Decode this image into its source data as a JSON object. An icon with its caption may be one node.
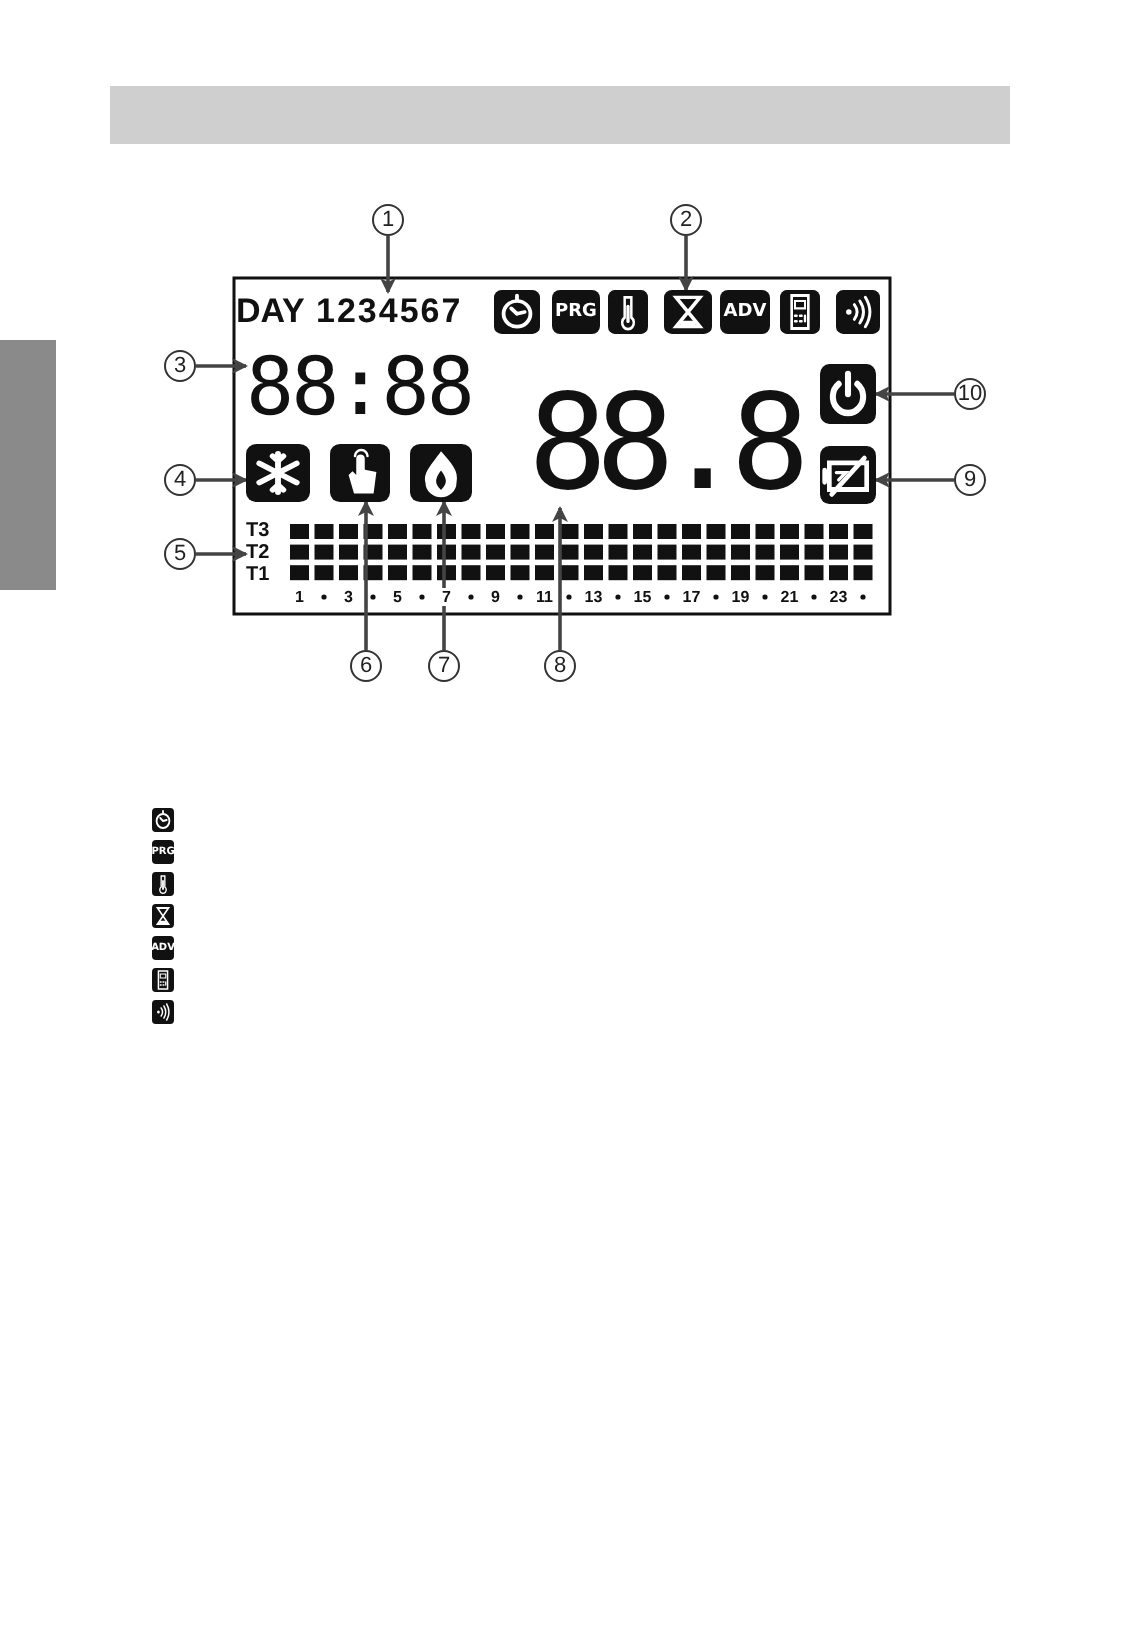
{
  "diagram": {
    "nodes": [
      {
        "text": [
          "1"
        ]
      },
      {
        "text": [
          "2"
        ]
      },
      {
        "text": [
          "1234567"
        ]
      },
      {
        "text": [],
        "shape": "box"
      },
      {
        "text": [
          "PRG"
        ]
      },
      {
        "text": [],
        "shape": "box"
      },
      {
        "text": [],
        "shape": "box"
      },
      {
        "text": [
          "ADV"
        ]
      },
      {
        "text": [],
        "shape": "box"
      },
      {
        "text": [],
        "shape": "box"
      },
      {
        "text": [
          "3"
        ]
      },
      {
        "text": [
          "88:88"
        ]
      },
      {
        "text": [],
        "shape": "box"
      },
      {
        "text": [
          "10"
        ]
      },
      {
        "text": [
          "4"
        ]
      },
      {
        "text": [],
        "shape": "box"
      },
      {
        "text": [],
        "shape": "box"
      },
      {
        "text": [],
        "shape": "box"
      },
      {
        "text": [
          "88.8"
        ]
      },
      {
        "text": [],
        "shape": "box"
      },
      {
        "text": [
          "9"
        ]
      },
      {
        "text": [
          "5"
        ]
      },
      {
        "text": [
          "T2"
        ]
      },
      {
        "text": [
          "6"
        ]
      },
      {
        "text": [
          "7"
        ]
      },
      {
        "text": [
          "8"
        ]
      },
      {
        "text": [],
        "shape": "box"
      },
      {
        "text": [
          "PRG"
        ]
      },
      {
        "text": [],
        "shape": "box"
      },
      {
        "text": [],
        "shape": "box"
      },
      {
        "text": [
          "ADV"
        ]
      },
      {
        "text": [],
        "shape": "box"
      },
      {
        "text": [],
        "shape": "box"
      },
      {
        "text": [],
        "shape": "bar"
      }
    ],
    "edges": [
      {
        "from": 0,
        "to": 2,
        "arrow": "to"
      },
      {
        "from": 1,
        "to": 6,
        "arrow": "to"
      },
      {
        "from": 10,
        "to": 11,
        "arrow": "to"
      },
      {
        "from": 13,
        "to": 12,
        "arrow": "to"
      },
      {
        "from": 14,
        "to": 15,
        "arrow": "to"
      },
      {
        "from": 21,
        "to": 22,
        "arrow": "to"
      },
      {
        "from": 20,
        "to": 19,
        "arrow": "to"
      },
      {
        "from": 23,
        "to": 16,
        "arrow": "to"
      },
      {
        "from": 24,
        "to": 17,
        "arrow": "to"
      },
      {
        "from": 25,
        "to": 18,
        "arrow": "to"
      }
    ],
    "labels": [
      "DAY",
      "T3",
      "T1",
      "1",
      "3",
      "5",
      "7",
      "9",
      "11",
      "13",
      "15",
      "17",
      "19",
      "21",
      "23"
    ]
  }
}
